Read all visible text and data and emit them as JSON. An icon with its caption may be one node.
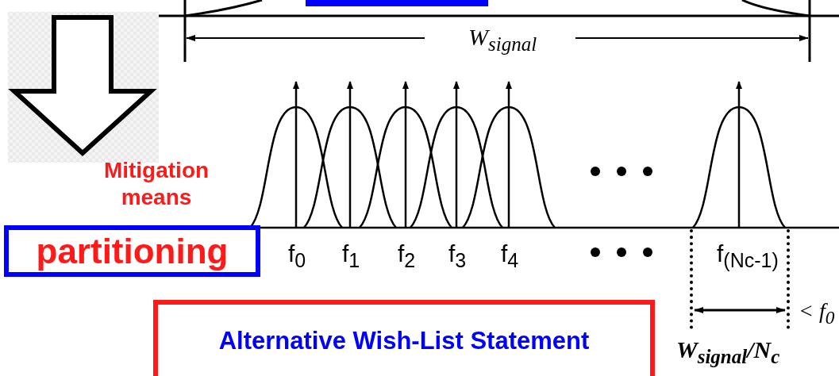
{
  "diagram": {
    "nodes": [
      {
        "text": [
          "partitioning"
        ]
      },
      {
        "text": [
          "Alternative Wish-List Statement"
        ]
      }
    ],
    "labels": [
      "W$_{signal}$",
      "Mitigation means",
      "f$_{0}$",
      "f$_{1}$",
      "f$_{2}$",
      "f$_{3}$",
      "f$_{4}$",
      "f$_{(Nc-1)}$",
      "< f$_{0}$",
      "W$_{signal}$/N$_{c}$"
    ]
  }
}
